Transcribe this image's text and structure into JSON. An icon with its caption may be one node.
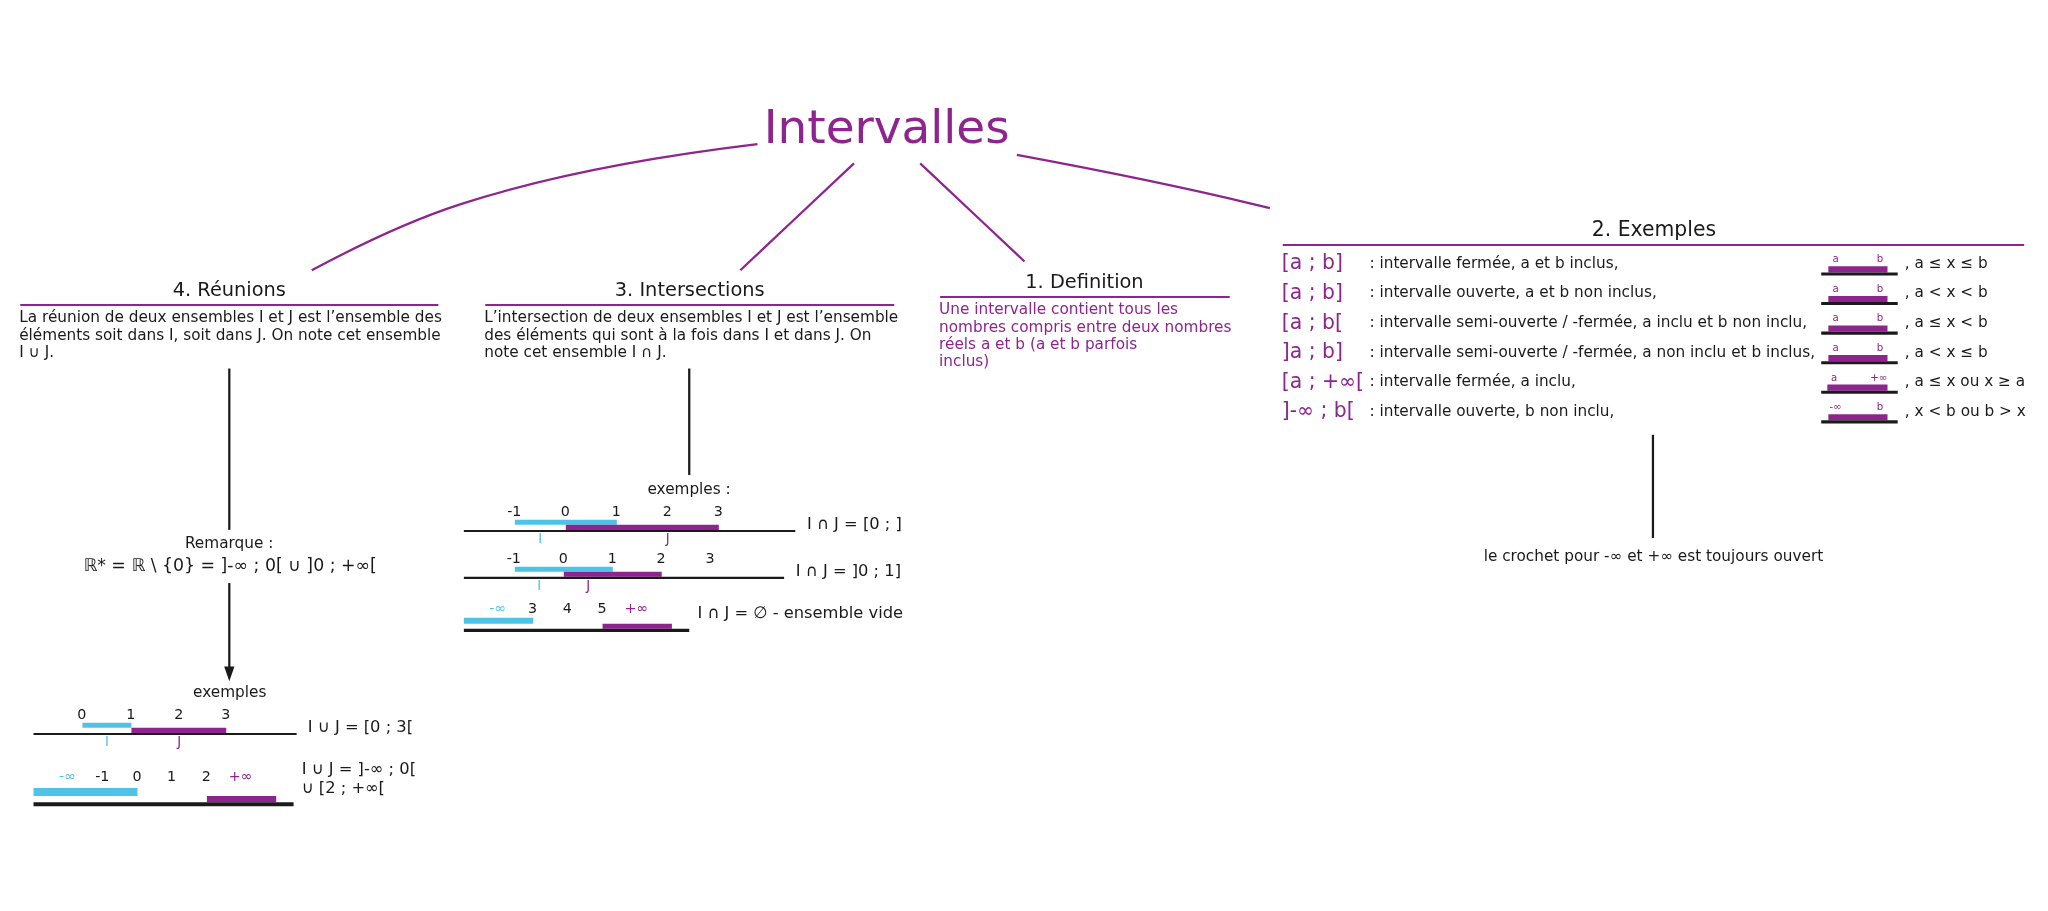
{
  "diagram": {
    "nodes": [
      {
        "text": [
          "4. Réunions",
          "La réunion de deux ensembles I et J est l’ensemble des éléments soit dans I, soit dans J. On note cet ensemble I ∪ J."
        ]
      },
      {
        "text": [
          "1. Definition",
          "Une intervalle contient tous les nombres compris entre deux nombres réels a et b (a et b parfois inclus)"
        ]
      },
      {
        "text": [
          "2. Exemples",
          "[a ; b]",
          ": intervalle fermée, a et b inclus,",
          "a",
          "b",
          ", a ≤ x ≤ b",
          "[a ; b]",
          ": intervalle ouverte, a et b non inclus,",
          "a",
          "b",
          ", a < x < b",
          "[a ; b[",
          ": intervalle semi-ouverte / -fermée, a inclu et b non inclu,",
          "a",
          "b",
          ", a ≤ x < b",
          "]a ; b]",
          ": intervalle semi-ouverte / -fermée, a non inclu et b inclus,",
          "a",
          "b",
          ", a < x ≤ b",
          "[a ; +∞[",
          ": intervalle fermée, a inclu,",
          "a",
          "+∞",
          ", a ≤ x ou x ≥ a",
          "]-∞ ; b[",
          ": intervalle ouverte, b non inclu,",
          "-∞",
          "b",
          ", x < b ou b > x"
        ]
      },
      {
        "text": [
          "Remarque :",
          "ℝ* = ℝ \\ {0} = ]-∞ ; 0[ ∪ ]0 ; +∞["
        ]
      },
      {
        "text": [
          "Intervalles"
        ]
      },
      {
        "text": [
          "exemples",
          "0",
          "1",
          "2",
          "3",
          "I ∪ J = [0 ; 3[",
          "I",
          "J",
          "-∞",
          "-1",
          "0",
          "1",
          "2",
          "+∞",
          "I ∪ J = ]-∞ ; 0[ ∪ [2 ; +∞["
        ]
      },
      {
        "text": [
          "3. Intersections",
          "L’intersection de deux ensembles I et J est l’ensemble des éléments qui sont à la fois dans I et dans J. On note cet ensemble I ∩ J."
        ]
      },
      {
        "text": [
          "le crochet pour -∞ et +∞ est toujours ouvert"
        ]
      },
      {
        "text": [
          "exemples :",
          "-1",
          "0",
          "1",
          "2",
          "3",
          "I ∩ J = [0 ; ]",
          "I",
          "J",
          "-1",
          "0",
          "1",
          "2",
          "3",
          "I ∩ J = ]0 ; 1]",
          "I",
          "J",
          "-∞",
          "3",
          "4",
          "5",
          "+∞",
          "I ∩ J = ∅ - ensemble vide"
        ]
      }
    ],
    "edges": [
      {
        "from": 4,
        "to": 0,
        "arrow": "none",
        "color": "#8e248e"
      },
      {
        "from": 4,
        "to": 6,
        "arrow": "none",
        "color": "#8e248e"
      },
      {
        "from": 4,
        "to": 1,
        "arrow": "none",
        "color": "#8e248e"
      },
      {
        "from": 4,
        "to": 2,
        "arrow": "none",
        "color": "#8e248e"
      },
      {
        "from": 0,
        "to": 3,
        "arrow": "none",
        "color": "#1a1a1a"
      },
      {
        "from": 3,
        "to": 5,
        "arrow": "to",
        "color": "#1a1a1a"
      },
      {
        "from": 6,
        "to": 8,
        "arrow": "none",
        "color": "#1a1a1a"
      },
      {
        "from": 2,
        "to": 7,
        "arrow": "none",
        "color": "#1a1a1a"
      }
    ]
  }
}
